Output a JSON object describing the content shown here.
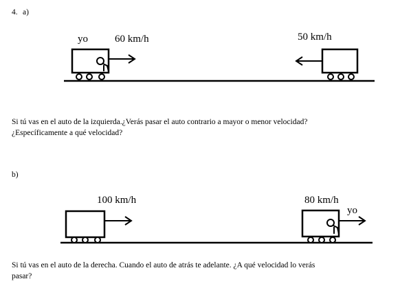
{
  "problem_number": "4.",
  "part_a": {
    "label": "a)",
    "left_car_tag": "yo",
    "left_speed": "60 km/h",
    "right_speed": "50 km/h",
    "question_line1": "Si tú vas en el auto de la izquierda.¿Verás pasar el auto contrario a mayor o menor velocidad?",
    "question_line2": "¿Específicamente a  qué velocidad?"
  },
  "part_b": {
    "label": "b)",
    "left_speed": "100 km/h",
    "right_speed": "80 km/h",
    "right_car_tag": "yo",
    "question_line1": "Si tú vas en el auto de la derecha. Cuando el auto de atrás te adelante. ¿A qué velocidad lo verás",
    "question_line2": "pasar?"
  }
}
